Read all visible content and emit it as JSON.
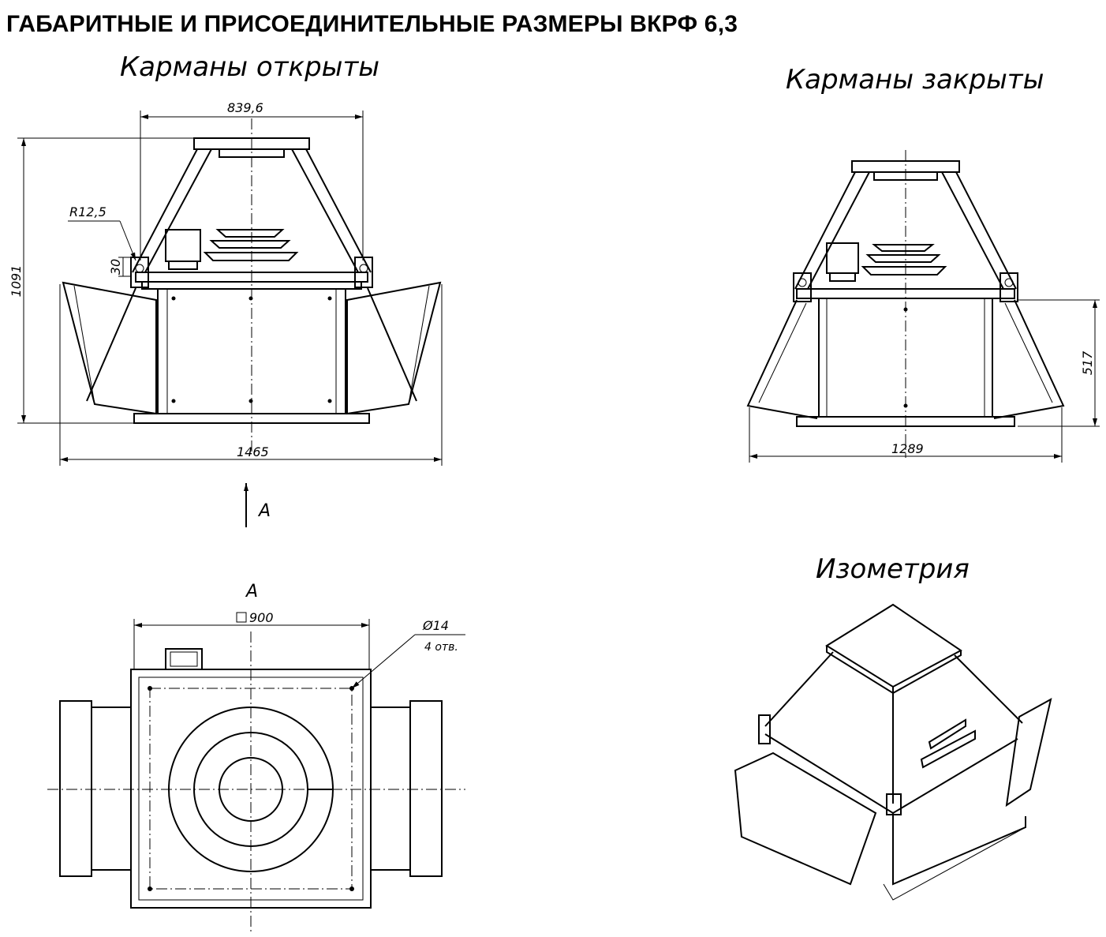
{
  "title": "ГАБАРИТНЫЕ И ПРИСОЕДИНИТЕЛЬНЫЕ РАЗМЕРЫ ВКРФ 6,3",
  "views": {
    "open": {
      "label": "Карманы открыты",
      "dims": {
        "top_width": "839,6",
        "height": "1091",
        "radius": "R12,5",
        "offset": "30",
        "overall_width": "1465"
      },
      "view_arrow": "A"
    },
    "closed": {
      "label": "Карманы закрыты",
      "dims": {
        "height": "517",
        "overall_width": "1289"
      }
    },
    "plan": {
      "label": "A",
      "dims": {
        "square": "900",
        "hole_dia": "Ø14",
        "hole_count": "4 отв."
      }
    },
    "iso": {
      "label": "Изометрия"
    }
  }
}
